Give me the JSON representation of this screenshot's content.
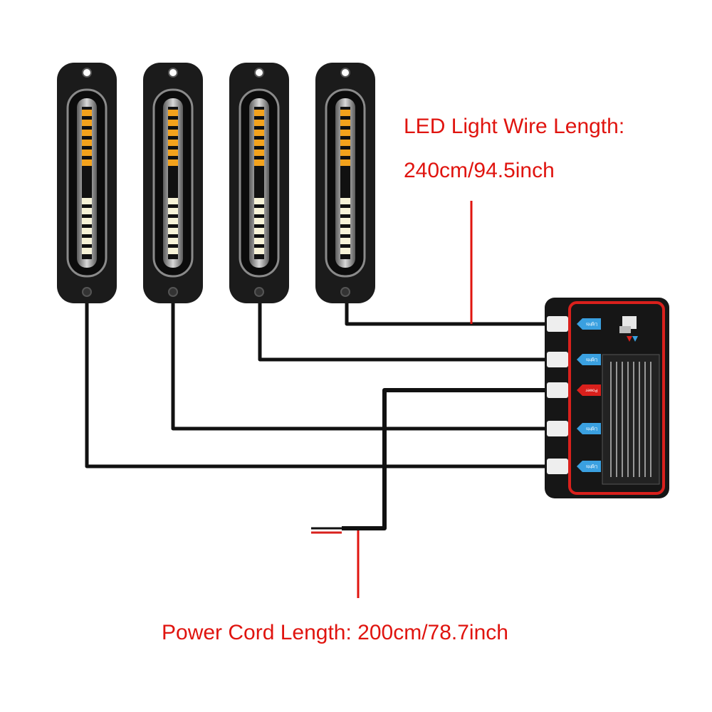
{
  "annotations": {
    "led_wire_label": "LED Light Wire Length:",
    "led_wire_value": "240cm/94.5inch",
    "power_cord_label": "Power Cord Length: 200cm/78.7inch"
  },
  "controller": {
    "ports": [
      {
        "name": "port-1",
        "label": "Lights"
      },
      {
        "name": "port-2",
        "label": "Lights"
      },
      {
        "name": "port-3",
        "label": "Power"
      },
      {
        "name": "port-4",
        "label": "Lights"
      },
      {
        "name": "port-5",
        "label": "Lights"
      }
    ]
  },
  "colors": {
    "annotation": "#e0140f",
    "housing": "#1b1b1b",
    "amber_led": "#f3a21c",
    "white_led": "#f7f3d8",
    "controller_border": "#d9201c"
  },
  "lights": [
    {
      "name": "light-1"
    },
    {
      "name": "light-2"
    },
    {
      "name": "light-3"
    },
    {
      "name": "light-4"
    }
  ]
}
